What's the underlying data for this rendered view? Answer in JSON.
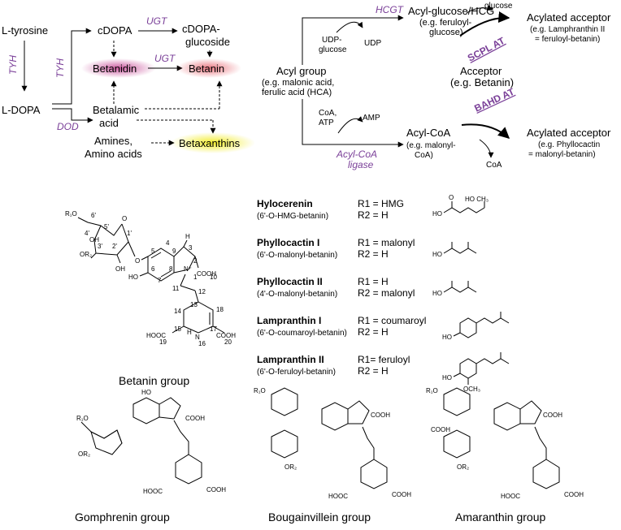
{
  "pathway": {
    "l_tyrosine": "L-tyrosine",
    "l_dopa": "L-DOPA",
    "tyh": "TYH",
    "dod": "DOD",
    "cdopa": "cDOPA",
    "ugt": "UGT",
    "cdopa_glucoside": [
      "cDOPA-",
      "glucoside"
    ],
    "betanidin": "Betanidin",
    "betanin": "Betanin",
    "betalamic_acid": [
      "Betalamic",
      "acid"
    ],
    "amines": [
      "Amines,",
      "Amino acids"
    ],
    "betaxanthins": "Betaxanthins"
  },
  "acylation": {
    "hcgt": "HCGT",
    "udp_glucose": [
      "UDP-",
      "glucose"
    ],
    "udp": "UDP",
    "acyl_glucose": [
      "Acyl-glucose/HCG",
      "(e.g. feruloyl-",
      "glucose)"
    ],
    "glucose": "glucose",
    "spcl_at": "SCPL AT",
    "acylated_acceptor_1": [
      "Acylated acceptor",
      "(e.g. Lamphranthin II",
      "= feruloyl-betanin)"
    ],
    "acyl_group": [
      "Acyl group",
      "(e.g. malonic acid,",
      "ferulic acid (HCA)"
    ],
    "acceptor": [
      "Acceptor",
      "(e.g. Betanin)"
    ],
    "coa_atp": [
      "CoA,",
      "ATP"
    ],
    "amp": "AMP",
    "acyl_coa_ligase": [
      "Acyl-CoA",
      "ligase"
    ],
    "acyl_coa": [
      "Acyl-CoA",
      "(e.g. malonyl-",
      "CoA)"
    ],
    "bahd_at": "BAHD AT",
    "coa": "CoA",
    "acylated_acceptor_2": [
      "Acylated acceptor",
      "(e.g. Phyllocactin",
      "= malonyl-betanin)"
    ]
  },
  "betanin_structure": {
    "r1o": "R₁O",
    "or2": "OR₂",
    "oh": "OH",
    "o": "O",
    "ho": "HO",
    "cooh": "COOH",
    "hooc": "HOOC",
    "nplus": "N⁺",
    "n": "N",
    "h": "H",
    "numbers": [
      "6'",
      "5'",
      "4'",
      "3'",
      "2'",
      "1'",
      "5",
      "4",
      "3",
      "9",
      "2",
      "6",
      "7",
      "8",
      "1",
      "10",
      "11",
      "12",
      "13",
      "18",
      "14",
      "15",
      "17",
      "19",
      "16",
      "20"
    ]
  },
  "compounds": [
    {
      "name": "Hylocerenin",
      "sub": "(6'-O-HMG-betanin)",
      "r1": "R1 = HMG",
      "r2": "R2 = H"
    },
    {
      "name": "Phyllocactin I",
      "sub": "(6'-O-malonyl-betanin)",
      "r1": "R1 = malonyl",
      "r2": "R2 = H"
    },
    {
      "name": "Phyllocactin II",
      "sub": "(4'-O-malonyl-betanin)",
      "r1": "R1 = H",
      "r2": "R2 = malonyl"
    },
    {
      "name": "Lampranthin I",
      "sub": "(6'-O-coumaroyl-betanin)",
      "r1": "R1 = coumaroyl",
      "r2": "R2 = H"
    },
    {
      "name": "Lampranthin II",
      "sub": "(6'-O-feruloyl-betanin)",
      "r1": "R1= feruloyl",
      "r2": "R2 = H"
    }
  ],
  "substituents": {
    "hmg_label": "HO  CH₃",
    "ho": "HO",
    "o": "O",
    "och3": "OCH₃"
  },
  "groups": {
    "betanin": "Betanin group",
    "gomphrenin": "Gomphrenin group",
    "bougainvillein": "Bougainvillein group",
    "amaranthin": "Amaranthin group"
  },
  "colors": {
    "enzyme": "#7a3f98",
    "betanidin_bg": "#c8509a",
    "betanin_bg": "#e8707a",
    "betaxanthins_bg": "#f2ec2a"
  }
}
